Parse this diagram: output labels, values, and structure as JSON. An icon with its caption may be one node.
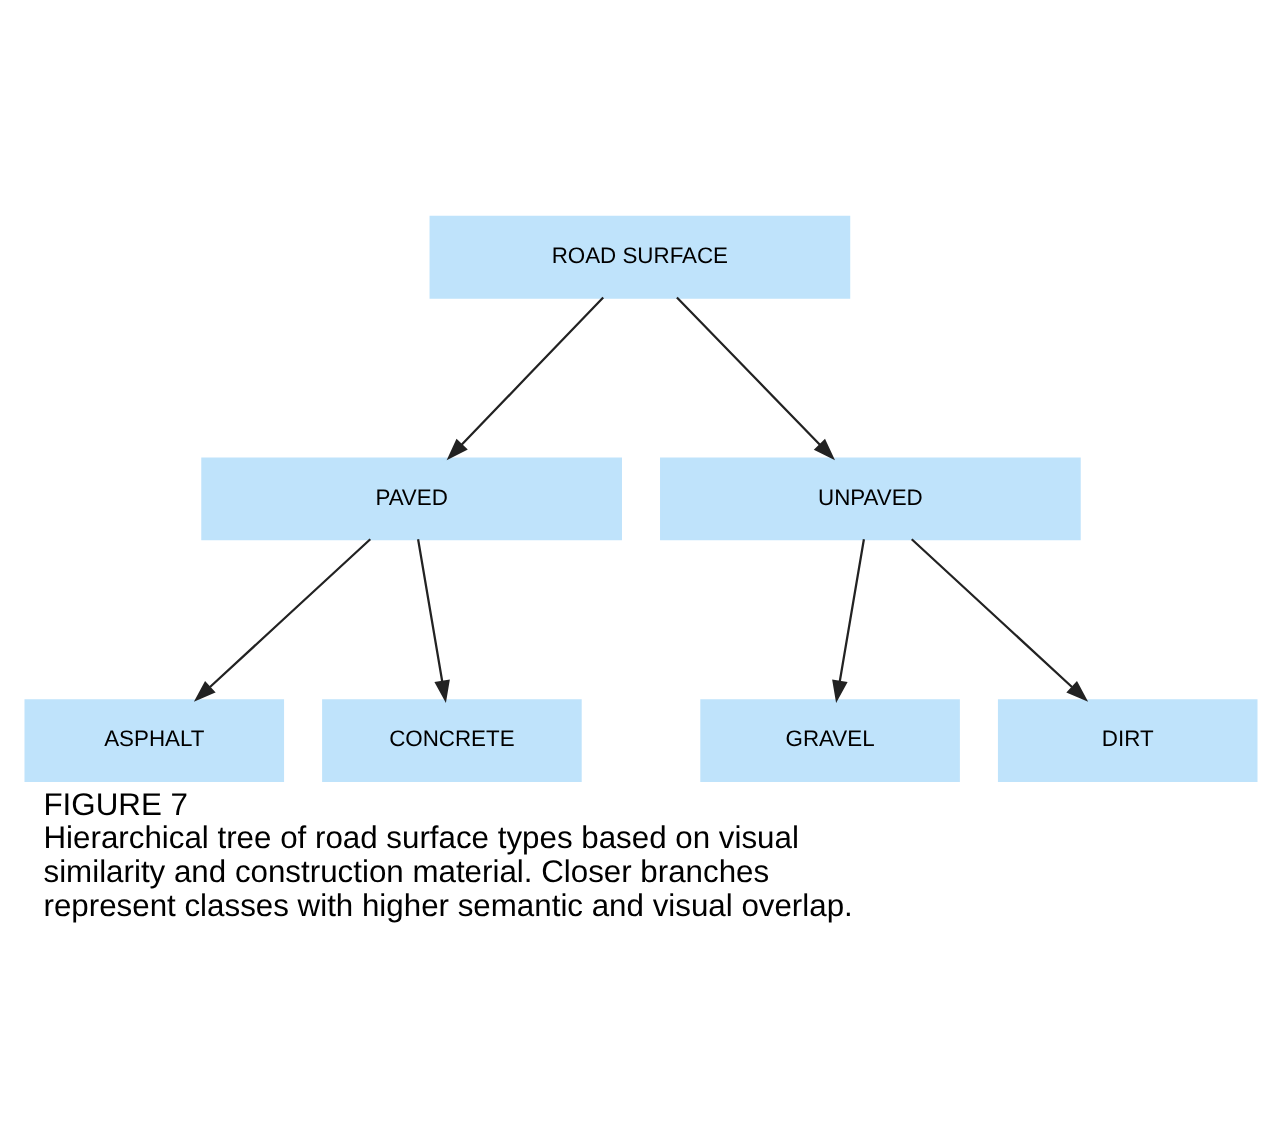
{
  "diagram": {
    "title": "FIGURE 7",
    "caption": "Hierarchical tree of road surface types based on visual similarity and construction material. Closer branches represent classes with higher semantic and visual overlap.",
    "nodes": [
      {
        "text": [
          "ROAD SURFACE"
        ]
      },
      {
        "text": [
          "PAVED"
        ]
      },
      {
        "text": [
          "UNPAVED"
        ]
      },
      {
        "text": [
          "ASPHALT"
        ]
      },
      {
        "text": [
          "CONCRETE"
        ]
      },
      {
        "text": [
          "GRAVEL"
        ]
      },
      {
        "text": [
          "DIRT"
        ]
      }
    ],
    "edges": [
      {
        "from": 0,
        "to": 1,
        "arrow": "to"
      },
      {
        "from": 0,
        "to": 2,
        "arrow": "to"
      },
      {
        "from": 1,
        "to": 3,
        "arrow": "to"
      },
      {
        "from": 1,
        "to": 4,
        "arrow": "to"
      },
      {
        "from": 2,
        "to": 5,
        "arrow": "to"
      },
      {
        "from": 2,
        "to": 6,
        "arrow": "to"
      }
    ]
  }
}
